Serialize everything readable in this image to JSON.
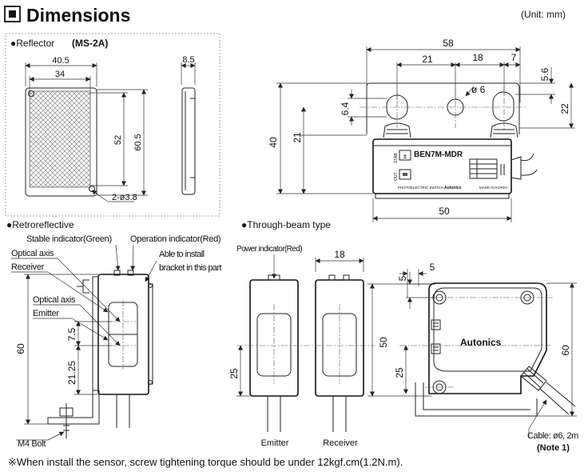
{
  "header": {
    "title": "Dimensions",
    "unit": "(Unit: mm)"
  },
  "reflector": {
    "label_prefix": "●Reflector",
    "model": "(MS-2A)",
    "dims": {
      "w_outer": "40.5",
      "w_inner": "34",
      "h_inner": "52",
      "h_outer": "60.5",
      "thickness": "8.5",
      "holes": "2-ø3.8"
    }
  },
  "sensor": {
    "dims": {
      "total_w": "58",
      "span_21": "21",
      "span_18": "18",
      "span_7": "7",
      "h_5_6": "5.6",
      "hole": "ø 6",
      "h_6_4": "6.4",
      "h_22": "22",
      "h_40": "40",
      "h_21": "21",
      "body_w": "50"
    },
    "model_label": "BEN7M-MDR",
    "small_texts": {
      "stab": "STAB",
      "out": "OUT",
      "brand": "Autonics",
      "photoelectric": "PHOTOELECTRIC SWITCH",
      "made": "MADE IN KOREA"
    }
  },
  "retroreflective": {
    "title": "●Retroreflective",
    "labels": {
      "stable": "Stable indicator(Green)",
      "operation": "Operation indicator(Red)",
      "optical_axis_1": "Optical axis",
      "receiver": "Receiver",
      "able_1": "Able to install",
      "able_2": "bracket in this part",
      "optical_axis_2": "Optical axis",
      "emitter": "Emitter",
      "bolt": "M4 Bolt"
    },
    "dims": {
      "h_60": "60",
      "h_7_5": "7.5",
      "h_21_25": "21.25"
    }
  },
  "through_beam": {
    "title": "●Through-beam type",
    "power": "Power indicator(Red)",
    "w_18": "18",
    "h_25": "25",
    "emitter": "Emitter",
    "receiver": "Receiver"
  },
  "side_view": {
    "dims": {
      "w_5": "5",
      "h_5": "5",
      "h_50": "50",
      "h_25": "25",
      "h_60": "60"
    },
    "brand": "Autonics",
    "cable": "Cable: ø6, 2m",
    "note": "(Note 1)"
  },
  "footnote": "※When install the sensor, screw tightening torque should be under 12kgf.cm(1.2N.m)."
}
